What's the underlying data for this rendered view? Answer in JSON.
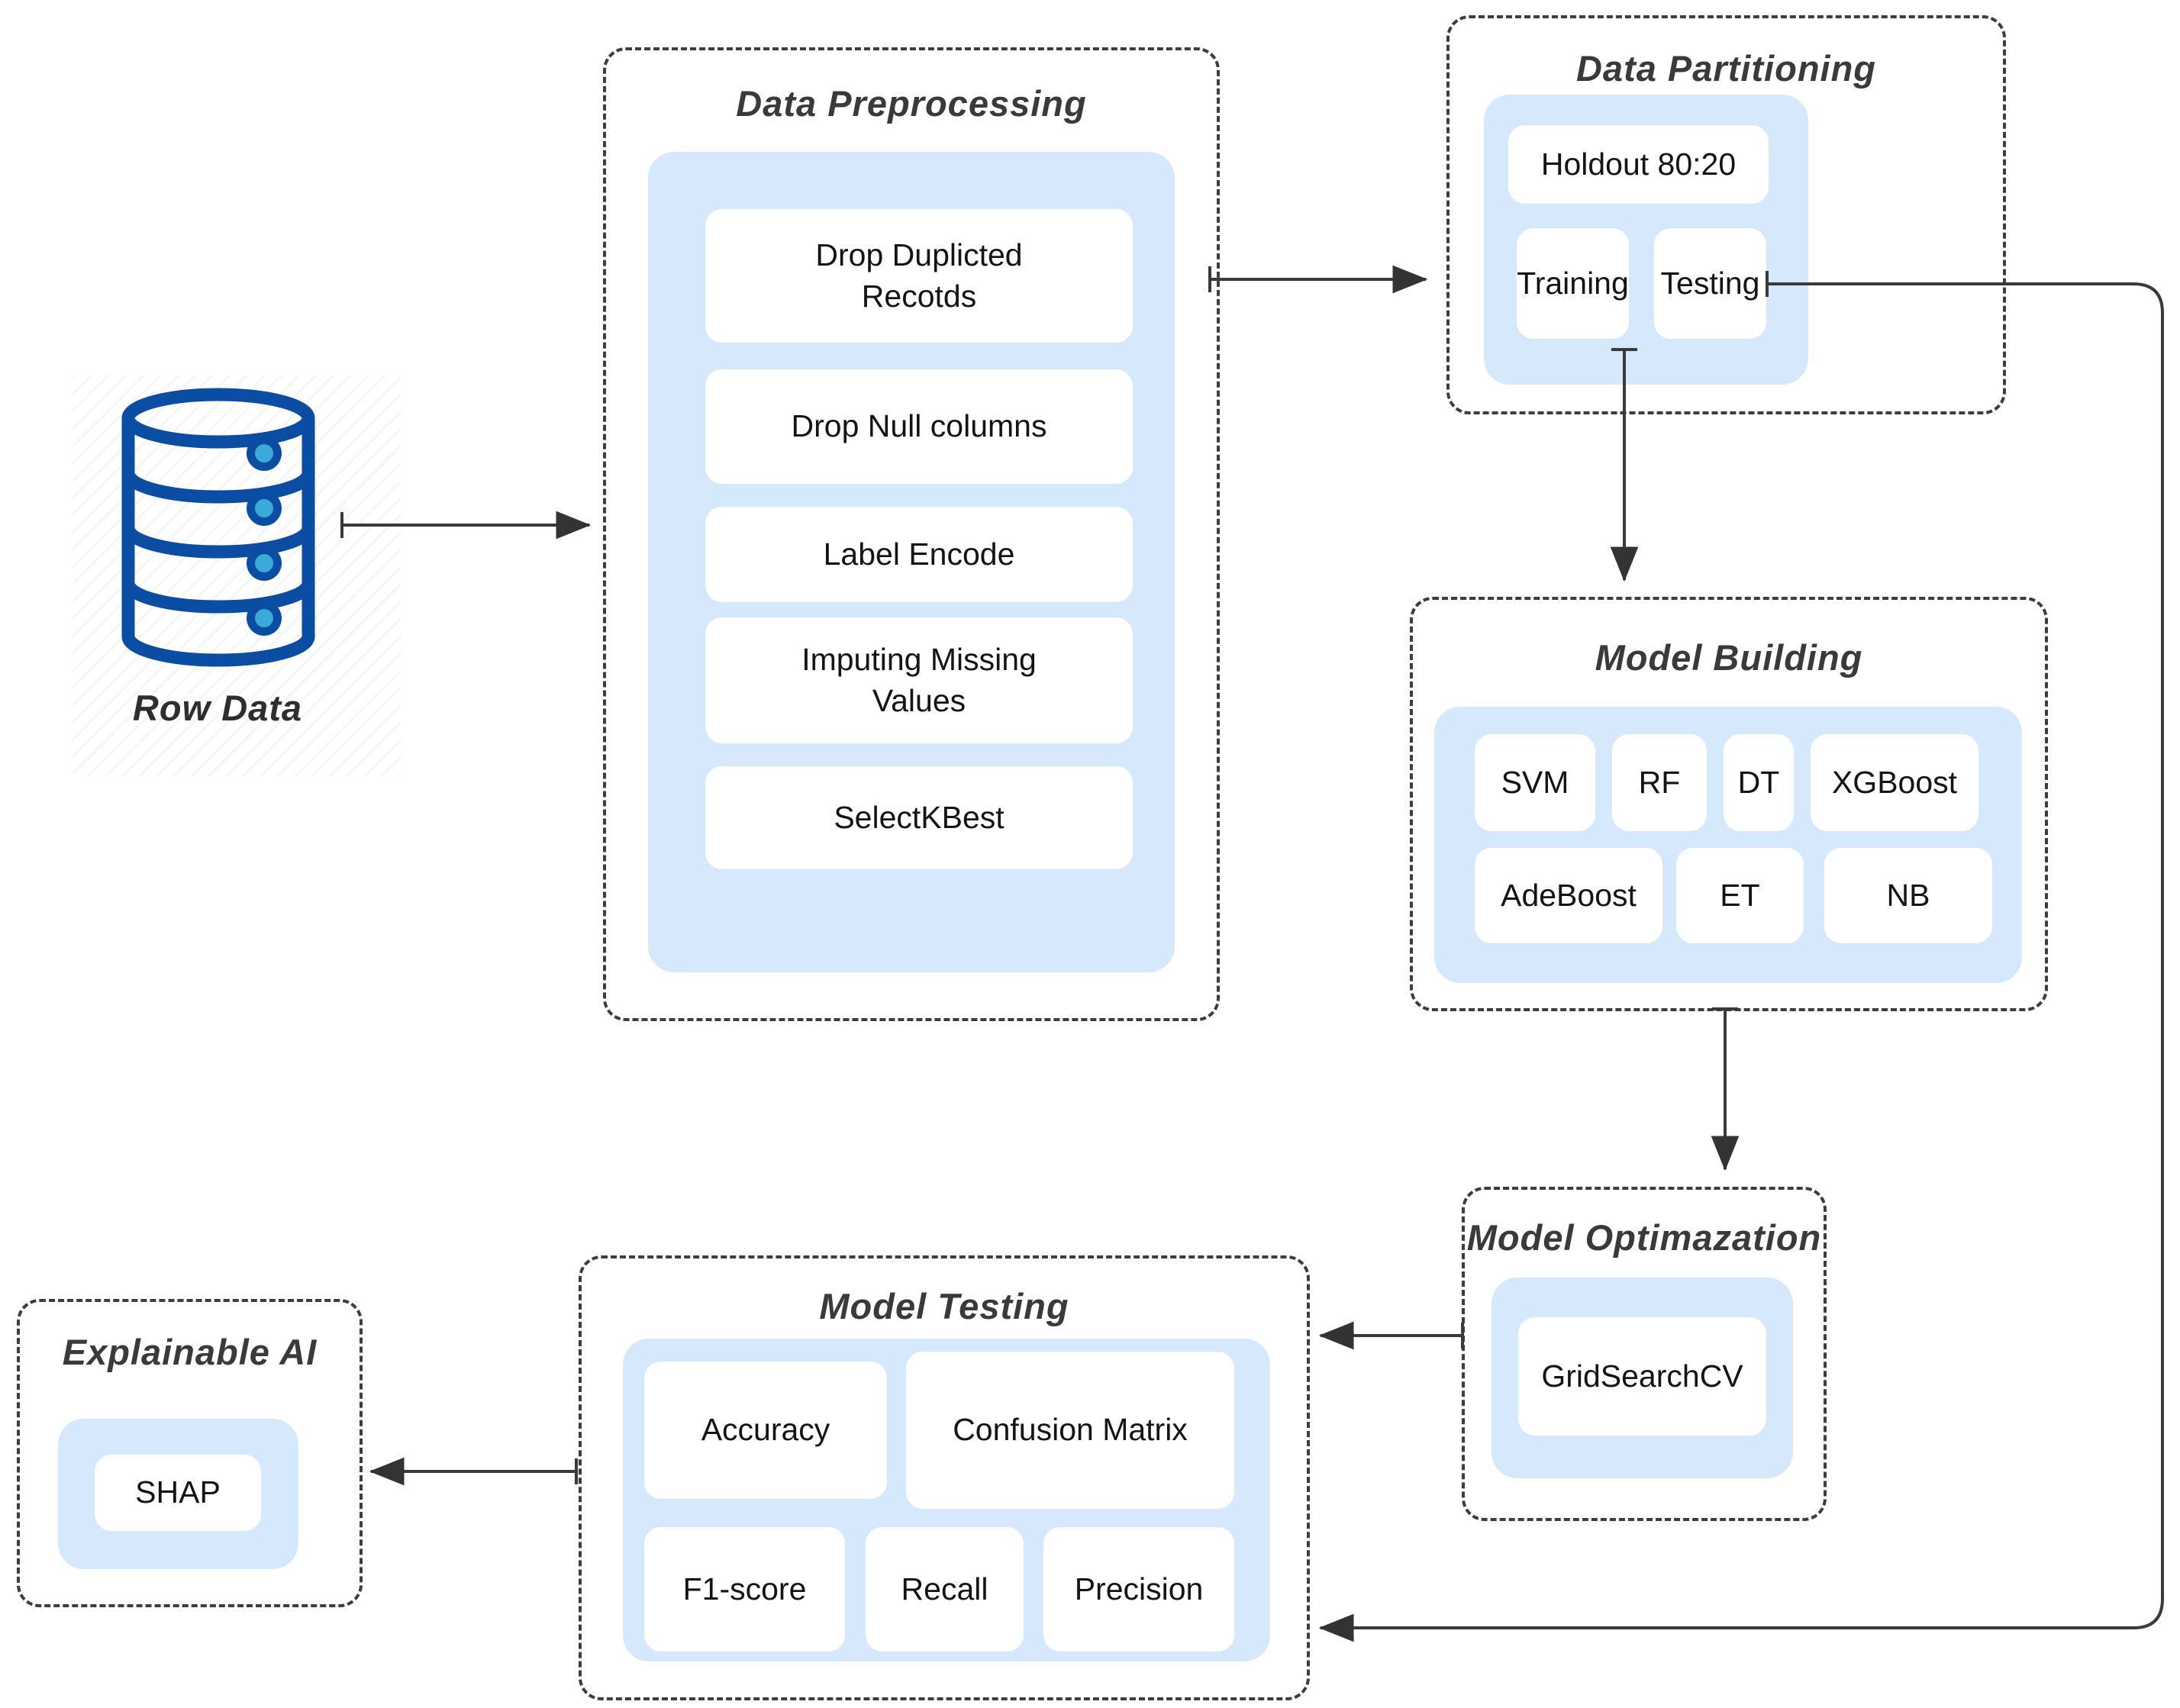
{
  "row_data": {
    "label": "Row Data"
  },
  "data_preprocessing": {
    "title": "Data Preprocessing",
    "steps": [
      "Drop Duplicted Recotds",
      "Drop Null columns",
      "Label Encode",
      "Imputing Missing Values",
      "SelectKBest"
    ]
  },
  "data_partitioning": {
    "title": "Data Partitioning",
    "holdout": "Holdout 80:20",
    "training": "Training",
    "testing": "Testing"
  },
  "model_building": {
    "title": "Model Building",
    "models_row1": [
      "SVM",
      "RF",
      "DT",
      "XGBoost"
    ],
    "models_row2": [
      "AdeBoost",
      "ET",
      "NB"
    ]
  },
  "model_optimization": {
    "title": "Model Optimazation",
    "method": "GridSearchCV"
  },
  "model_testing": {
    "title": "Model Testing",
    "metrics_row1": [
      "Accuracy",
      "Confusion Matrix"
    ],
    "metrics_row2": [
      "F1-score",
      "Recall",
      "Precision"
    ]
  },
  "explainable_ai": {
    "title": "Explainable AI",
    "method": "SHAP"
  },
  "colors": {
    "panel_blue": "#d6e9fc",
    "dashed_border": "#3d3d3d",
    "arrow": "#3a3a3a",
    "database_blue": "#0b4da2",
    "database_dot": "#3baad8"
  }
}
